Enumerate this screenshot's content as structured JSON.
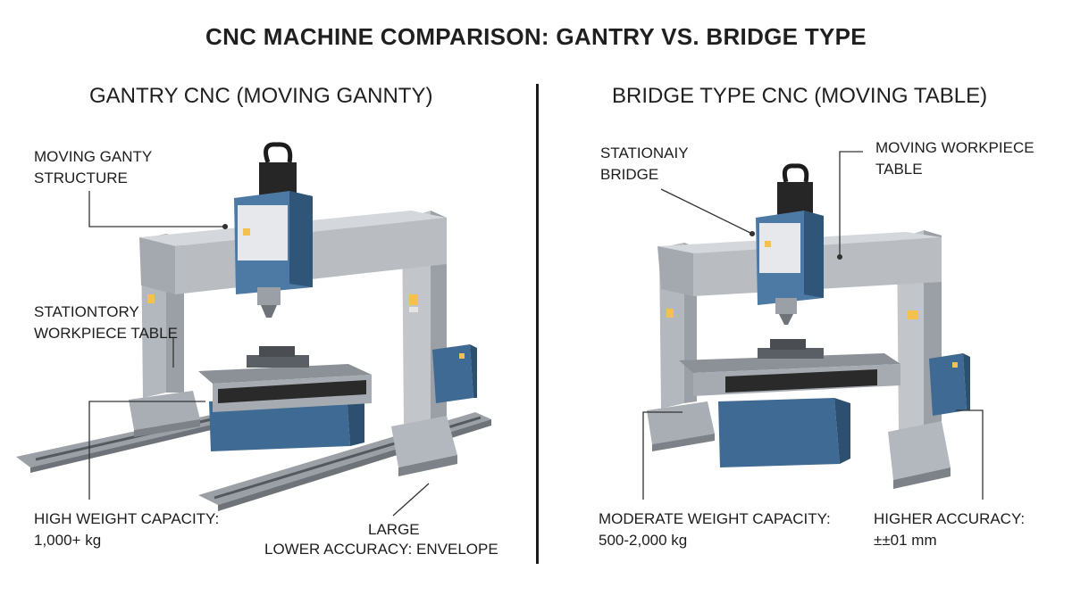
{
  "title": "CNC MACHINE COMPARISON: GANTRY VS. BRIDGE TYPE",
  "left_panel": {
    "title": "GANTRY CNC (MOVING GANNTY)",
    "callouts": {
      "moving_gantry": "MOVING GANTY\nSTRUCTURE",
      "stationary_table": "STATIONTORY\nWORKPIECE TABLE",
      "weight": "HIGH WEIGHT CAPACITY:\n1,000+ kg",
      "large": "LARGE",
      "accuracy_envelope": "LOWER ACCURACY: ENVELOPE"
    }
  },
  "right_panel": {
    "title": "BRIDGE TYPE CNC (MOVING TABLE)",
    "callouts": {
      "stationary_bridge": "STATIONAIY\nBRIDGE",
      "moving_table": "MOVING WORKPIECE\nTABLE",
      "weight": "MODERATE WEIGHT CAPACITY:\n500-2,000 kg",
      "accuracy": "HIGHER ACCURACY:\n±±01 mm"
    }
  },
  "colors": {
    "steel_grey": "#b9bdc2",
    "steel_dark": "#8f949a",
    "machine_blue": "#3f6a93",
    "spindle_black": "#262626"
  }
}
